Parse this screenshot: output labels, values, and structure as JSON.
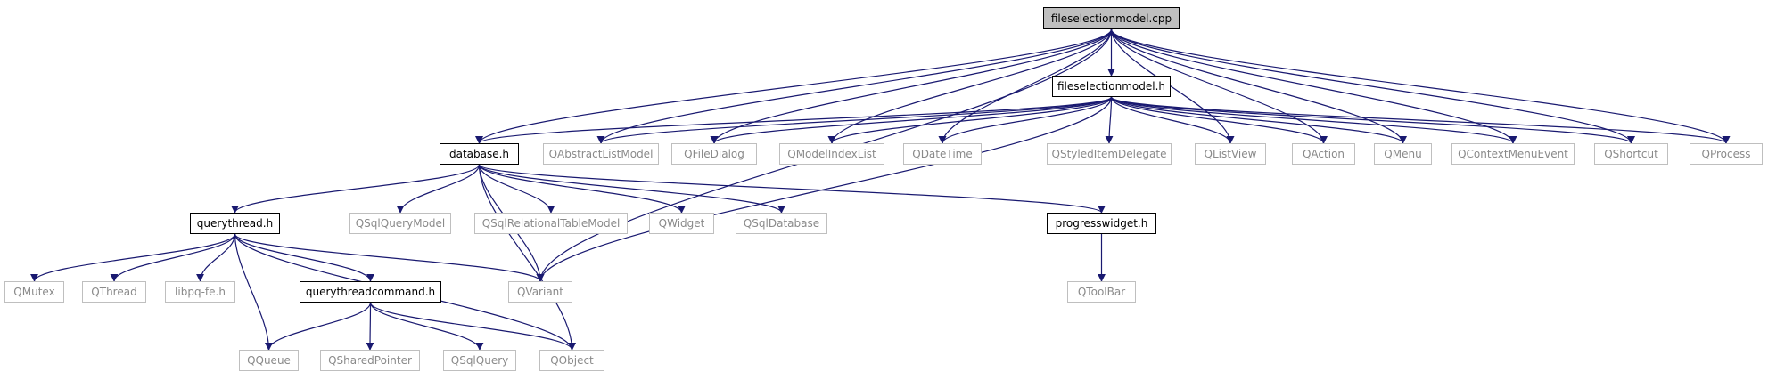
{
  "diagram": {
    "nodes": [
      {
        "id": "fileselectionmodel_cpp",
        "label": "fileselectionmodel.cpp",
        "kind": "root"
      },
      {
        "id": "fileselectionmodel_h",
        "label": "fileselectionmodel.h",
        "kind": "local"
      },
      {
        "id": "database_h",
        "label": "database.h",
        "kind": "local"
      },
      {
        "id": "QAbstractListModel",
        "label": "QAbstractListModel",
        "kind": "external"
      },
      {
        "id": "QFileDialog",
        "label": "QFileDialog",
        "kind": "external"
      },
      {
        "id": "QModelIndexList",
        "label": "QModelIndexList",
        "kind": "external"
      },
      {
        "id": "QDateTime",
        "label": "QDateTime",
        "kind": "external"
      },
      {
        "id": "QStyledItemDelegate",
        "label": "QStyledItemDelegate",
        "kind": "external"
      },
      {
        "id": "QListView",
        "label": "QListView",
        "kind": "external"
      },
      {
        "id": "QAction",
        "label": "QAction",
        "kind": "external"
      },
      {
        "id": "QMenu",
        "label": "QMenu",
        "kind": "external"
      },
      {
        "id": "QContextMenuEvent",
        "label": "QContextMenuEvent",
        "kind": "external"
      },
      {
        "id": "QShortcut",
        "label": "QShortcut",
        "kind": "external"
      },
      {
        "id": "QProcess",
        "label": "QProcess",
        "kind": "external"
      },
      {
        "id": "querythread_h",
        "label": "querythread.h",
        "kind": "local"
      },
      {
        "id": "QSqlQueryModel",
        "label": "QSqlQueryModel",
        "kind": "external"
      },
      {
        "id": "QSqlRelationalTableModel",
        "label": "QSqlRelationalTableModel",
        "kind": "external"
      },
      {
        "id": "QWidget",
        "label": "QWidget",
        "kind": "external"
      },
      {
        "id": "QSqlDatabase",
        "label": "QSqlDatabase",
        "kind": "external"
      },
      {
        "id": "progresswidget_h",
        "label": "progresswidget.h",
        "kind": "local"
      },
      {
        "id": "QMutex",
        "label": "QMutex",
        "kind": "external"
      },
      {
        "id": "QThread",
        "label": "QThread",
        "kind": "external"
      },
      {
        "id": "libpq_fe_h",
        "label": "libpq-fe.h",
        "kind": "external"
      },
      {
        "id": "querythreadcommand_h",
        "label": "querythreadcommand.h",
        "kind": "local"
      },
      {
        "id": "QVariant",
        "label": "QVariant",
        "kind": "external"
      },
      {
        "id": "QToolBar",
        "label": "QToolBar",
        "kind": "external"
      },
      {
        "id": "QQueue",
        "label": "QQueue",
        "kind": "external"
      },
      {
        "id": "QSharedPointer",
        "label": "QSharedPointer",
        "kind": "external"
      },
      {
        "id": "QSqlQuery",
        "label": "QSqlQuery",
        "kind": "external"
      },
      {
        "id": "QObject",
        "label": "QObject",
        "kind": "external"
      }
    ],
    "edges": [
      [
        "fileselectionmodel_cpp",
        "fileselectionmodel_h"
      ],
      [
        "fileselectionmodel_cpp",
        "database_h"
      ],
      [
        "fileselectionmodel_cpp",
        "QAbstractListModel"
      ],
      [
        "fileselectionmodel_cpp",
        "QFileDialog"
      ],
      [
        "fileselectionmodel_cpp",
        "QModelIndexList"
      ],
      [
        "fileselectionmodel_cpp",
        "QDateTime"
      ],
      [
        "fileselectionmodel_cpp",
        "QListView"
      ],
      [
        "fileselectionmodel_cpp",
        "QAction"
      ],
      [
        "fileselectionmodel_cpp",
        "QMenu"
      ],
      [
        "fileselectionmodel_cpp",
        "QContextMenuEvent"
      ],
      [
        "fileselectionmodel_cpp",
        "QShortcut"
      ],
      [
        "fileselectionmodel_cpp",
        "QProcess"
      ],
      [
        "fileselectionmodel_cpp",
        "QVariant"
      ],
      [
        "fileselectionmodel_h",
        "database_h"
      ],
      [
        "fileselectionmodel_h",
        "QAbstractListModel"
      ],
      [
        "fileselectionmodel_h",
        "QFileDialog"
      ],
      [
        "fileselectionmodel_h",
        "QModelIndexList"
      ],
      [
        "fileselectionmodel_h",
        "QDateTime"
      ],
      [
        "fileselectionmodel_h",
        "QStyledItemDelegate"
      ],
      [
        "fileselectionmodel_h",
        "QListView"
      ],
      [
        "fileselectionmodel_h",
        "QAction"
      ],
      [
        "fileselectionmodel_h",
        "QMenu"
      ],
      [
        "fileselectionmodel_h",
        "QContextMenuEvent"
      ],
      [
        "fileselectionmodel_h",
        "QShortcut"
      ],
      [
        "fileselectionmodel_h",
        "QProcess"
      ],
      [
        "fileselectionmodel_h",
        "QVariant"
      ],
      [
        "database_h",
        "querythread_h"
      ],
      [
        "database_h",
        "QSqlQueryModel"
      ],
      [
        "database_h",
        "QSqlRelationalTableModel"
      ],
      [
        "database_h",
        "QWidget"
      ],
      [
        "database_h",
        "QSqlDatabase"
      ],
      [
        "database_h",
        "progresswidget_h"
      ],
      [
        "database_h",
        "QVariant"
      ],
      [
        "database_h",
        "QObject"
      ],
      [
        "querythread_h",
        "QMutex"
      ],
      [
        "querythread_h",
        "QThread"
      ],
      [
        "querythread_h",
        "libpq_fe_h"
      ],
      [
        "querythread_h",
        "querythreadcommand_h"
      ],
      [
        "querythread_h",
        "QVariant"
      ],
      [
        "querythread_h",
        "QQueue"
      ],
      [
        "querythread_h",
        "QObject"
      ],
      [
        "querythreadcommand_h",
        "QQueue"
      ],
      [
        "querythreadcommand_h",
        "QSharedPointer"
      ],
      [
        "querythreadcommand_h",
        "QSqlQuery"
      ],
      [
        "querythreadcommand_h",
        "QObject"
      ],
      [
        "progresswidget_h",
        "QToolBar"
      ]
    ],
    "colors": {
      "edge": "#191970",
      "root_fill": "#bfbfbf",
      "local_border": "#000000",
      "external_border": "#bfbfbf",
      "external_text": "#8a8a8a"
    }
  }
}
